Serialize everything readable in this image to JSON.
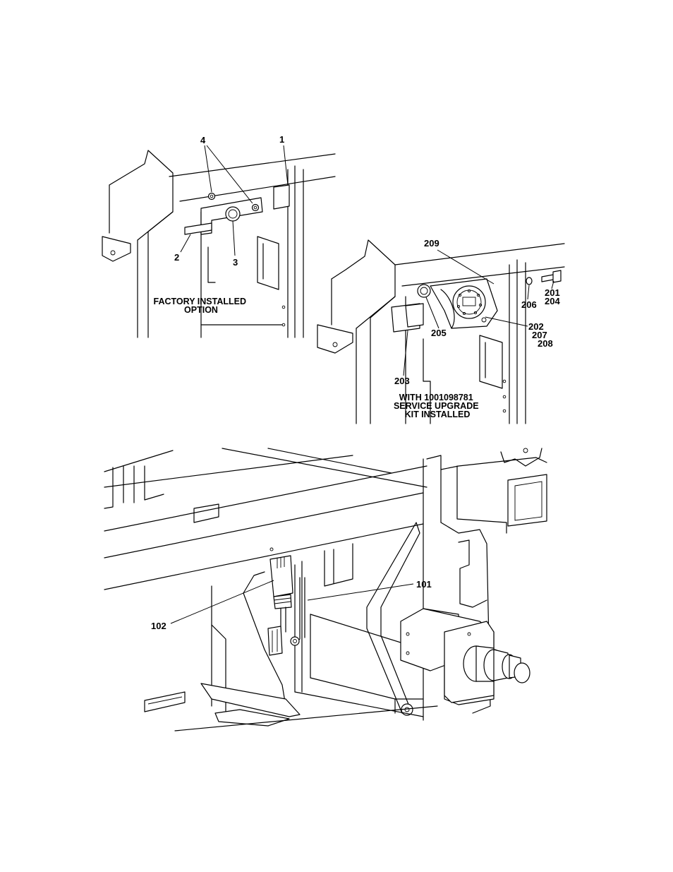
{
  "views": [
    {
      "id": "factory",
      "caption_lines": [
        "FACTORY INSTALLED",
        "OPTION"
      ],
      "callouts": [
        "1",
        "2",
        "3",
        "4"
      ]
    },
    {
      "id": "upgrade",
      "caption_lines": [
        "WITH 1001098781",
        "SERVICE UPGRADE",
        "KIT INSTALLED"
      ],
      "callouts": [
        "209",
        "201",
        "204",
        "206",
        "205",
        "202",
        "207",
        "208",
        "203"
      ]
    },
    {
      "id": "chassis",
      "caption_lines": [],
      "callouts": [
        "101",
        "102"
      ]
    }
  ]
}
